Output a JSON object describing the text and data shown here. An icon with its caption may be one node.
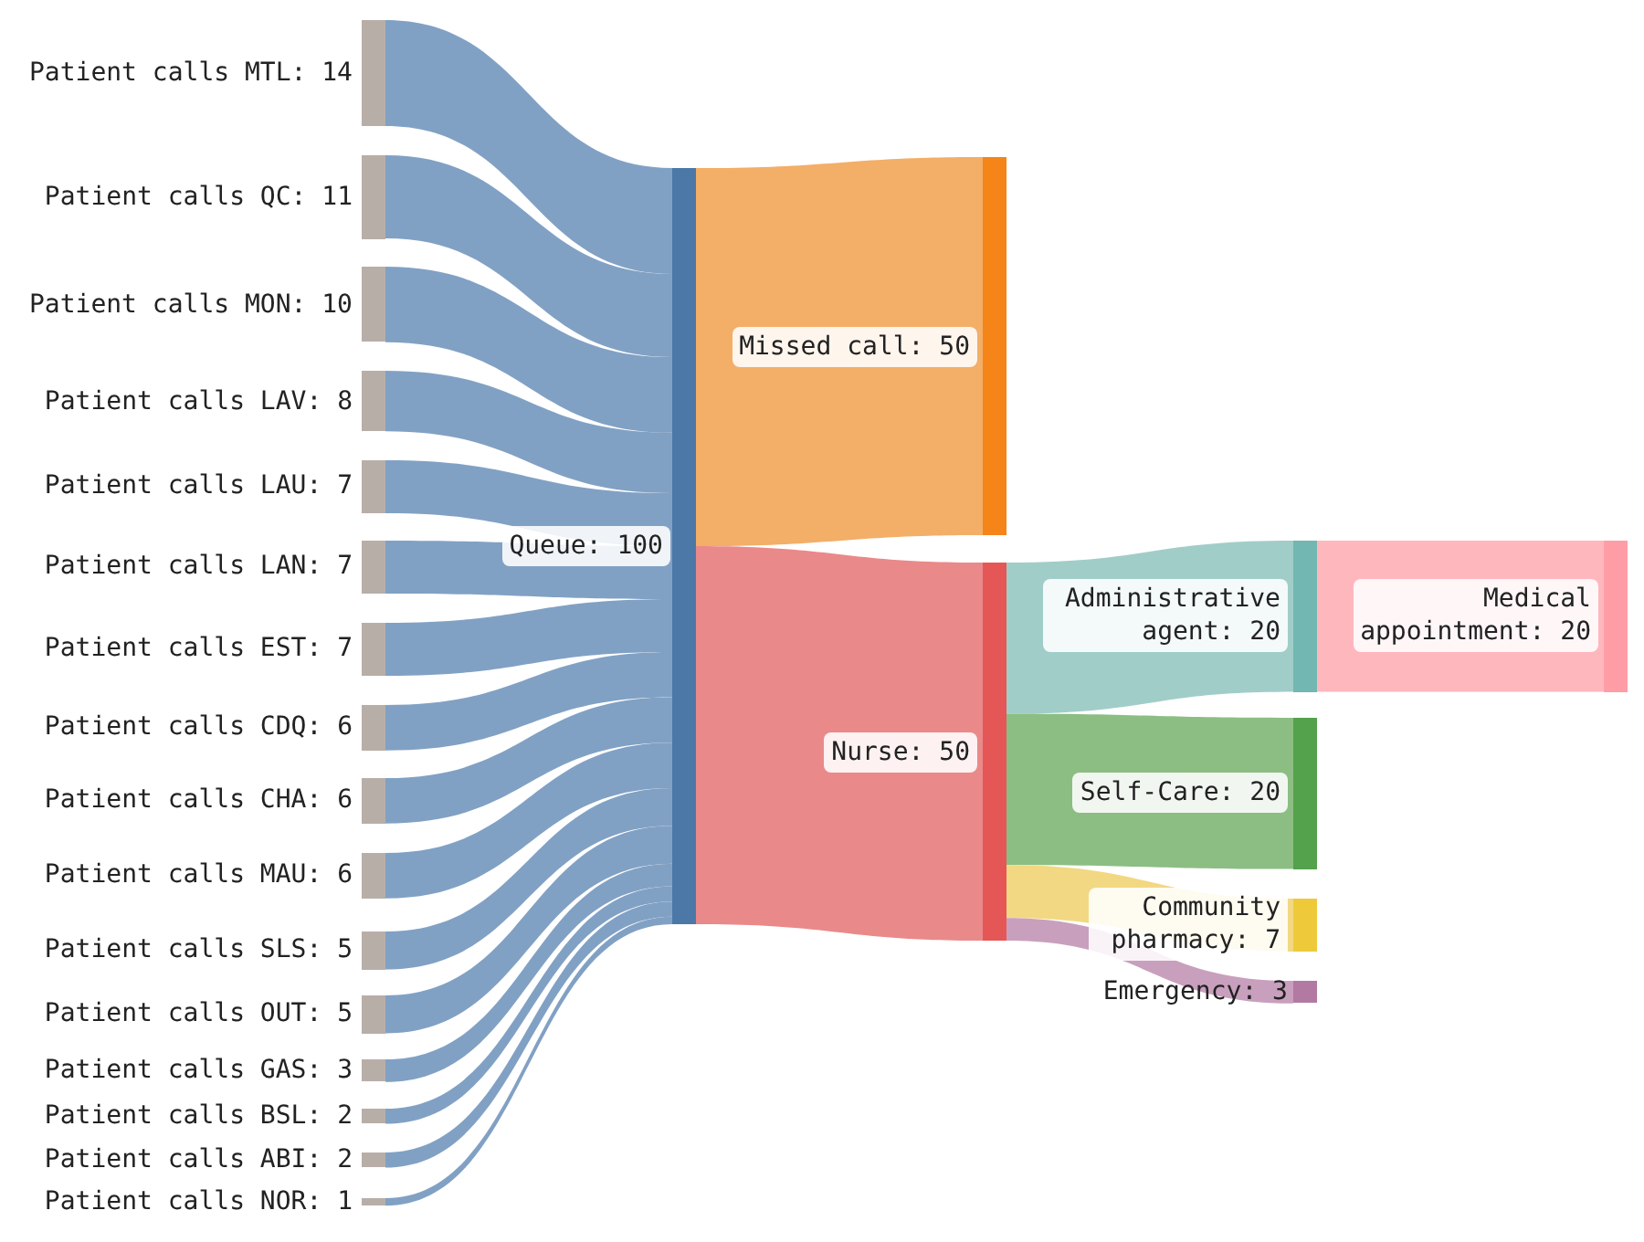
{
  "diagram": {
    "nodes": [
      {
        "text": [
          "Patient calls MTL: 14"
        ]
      },
      {
        "text": [
          "Patient calls QC: 11"
        ]
      },
      {
        "text": [
          "Patient calls MON: 10"
        ]
      },
      {
        "text": [
          "Patient calls LAV: 8"
        ]
      },
      {
        "text": [
          "Patient calls LAU: 7"
        ]
      },
      {
        "text": [
          "Patient calls LAN: 7"
        ]
      },
      {
        "text": [
          "Patient calls EST: 7"
        ]
      },
      {
        "text": [
          "Patient calls CDQ: 6"
        ]
      },
      {
        "text": [
          "Patient calls CHA: 6"
        ]
      },
      {
        "text": [
          "Patient calls MAU: 6"
        ]
      },
      {
        "text": [
          "Patient calls SLS: 5"
        ]
      },
      {
        "text": [
          "Patient calls OUT: 5"
        ]
      },
      {
        "text": [
          "Patient calls GAS: 3"
        ]
      },
      {
        "text": [
          "Patient calls BSL: 2"
        ]
      },
      {
        "text": [
          "Patient calls ABI: 2"
        ]
      },
      {
        "text": [
          "Patient calls NOR: 1"
        ]
      },
      {
        "text": [
          "Queue: 100"
        ]
      },
      {
        "text": [
          "Missed call: 50"
        ]
      },
      {
        "text": [
          "Nurse: 50"
        ]
      },
      {
        "text": [
          "Administrative agent: 20"
        ]
      },
      {
        "text": [
          "Self-Care: 20"
        ]
      },
      {
        "text": [
          "Community pharmacy: 7"
        ]
      },
      {
        "text": [
          "Emergency: 3"
        ]
      },
      {
        "text": [
          "Medical appointment: 20"
        ]
      }
    ],
    "edges": [
      {
        "from": 0,
        "to": 16,
        "arrow": "none"
      },
      {
        "from": 1,
        "to": 16,
        "arrow": "none"
      },
      {
        "from": 2,
        "to": 16,
        "arrow": "none"
      },
      {
        "from": 3,
        "to": 16,
        "arrow": "none"
      },
      {
        "from": 4,
        "to": 16,
        "arrow": "none"
      },
      {
        "from": 5,
        "to": 16,
        "arrow": "none"
      },
      {
        "from": 6,
        "to": 16,
        "arrow": "none"
      },
      {
        "from": 7,
        "to": 16,
        "arrow": "none"
      },
      {
        "from": 8,
        "to": 16,
        "arrow": "none"
      },
      {
        "from": 9,
        "to": 16,
        "arrow": "none"
      },
      {
        "from": 10,
        "to": 16,
        "arrow": "none"
      },
      {
        "from": 11,
        "to": 16,
        "arrow": "none"
      },
      {
        "from": 12,
        "to": 16,
        "arrow": "none"
      },
      {
        "from": 13,
        "to": 16,
        "arrow": "none"
      },
      {
        "from": 14,
        "to": 16,
        "arrow": "none"
      },
      {
        "from": 15,
        "to": 16,
        "arrow": "none"
      },
      {
        "from": 16,
        "to": 17,
        "arrow": "none",
        "color": "#f2aa60"
      },
      {
        "from": 16,
        "to": 18,
        "arrow": "none",
        "color": "#e98383"
      },
      {
        "from": 18,
        "to": 19,
        "arrow": "none",
        "color": "#9ccac6"
      },
      {
        "from": 18,
        "to": 20,
        "arrow": "none",
        "color": "#86ba7c"
      },
      {
        "from": 18,
        "to": 21,
        "arrow": "none",
        "color": "#f1d67b"
      },
      {
        "from": 18,
        "to": 22,
        "arrow": "none",
        "color": "#c69abb"
      },
      {
        "from": 19,
        "to": 23,
        "arrow": "none",
        "color": "#ffb3bb"
      }
    ]
  }
}
